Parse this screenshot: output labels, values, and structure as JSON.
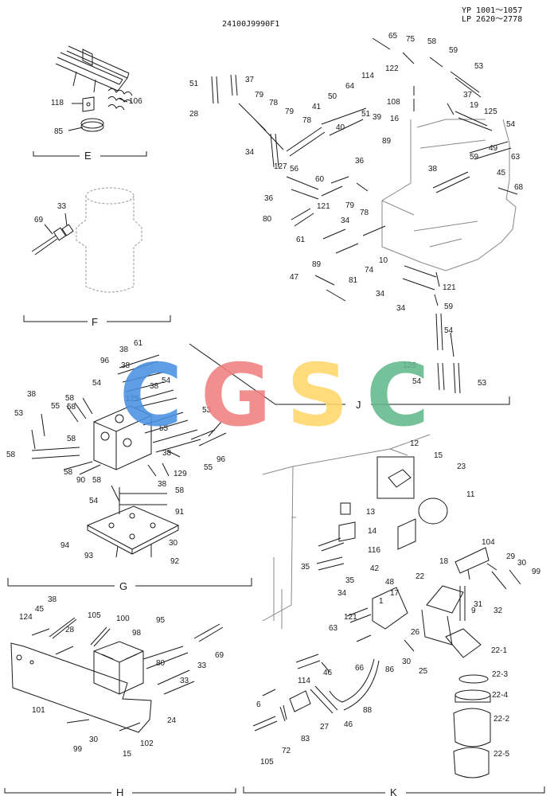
{
  "header": {
    "drawing_number": "24100J9990F1",
    "serial_range_1": "YP 1001～1057",
    "serial_range_2": "LP 2620～2778"
  },
  "watermark": {
    "letters": [
      "C",
      "G",
      "S",
      "C"
    ],
    "colors": [
      "#4a90e2",
      "#f08080",
      "#ffd76a",
      "#63b98b"
    ]
  },
  "colors": {
    "ink": "#1a1a1a"
  },
  "sections": {
    "E": {
      "title": "E",
      "labels": {
        "c1": "118",
        "c2": "106",
        "c3": "85"
      }
    },
    "F": {
      "title": "F",
      "labels": {
        "c1": "69",
        "c2": "33"
      }
    },
    "G": {
      "title": "G",
      "labels": {
        "c1": "61",
        "c2": "38",
        "c3": "96",
        "c4": "38",
        "c5": "54",
        "c6": "58",
        "c7": "125",
        "c8": "54",
        "c9": "38",
        "c10": "53",
        "c11": "55",
        "c12": "58",
        "c13": "58",
        "c14": "38",
        "c15": "55",
        "c16": "58",
        "c17": "38",
        "c18": "53",
        "c19": "58",
        "c20": "90",
        "c21": "58",
        "c22": "38",
        "c23": "129",
        "c24": "96",
        "c25": "55",
        "c26": "58",
        "c27": "54",
        "c28": "91",
        "c29": "94",
        "c30": "30",
        "c31": "93",
        "c32": "92"
      }
    },
    "H": {
      "title": "H",
      "labels": {
        "c1": "124",
        "c2": "38",
        "c3": "45",
        "c4": "105",
        "c5": "100",
        "c6": "28",
        "c7": "95",
        "c8": "98",
        "c9": "69",
        "c10": "33",
        "c11": "80",
        "c12": "33",
        "c13": "101",
        "c14": "24",
        "c15": "99",
        "c16": "30",
        "c17": "15",
        "c18": "102"
      }
    },
    "J": {
      "title": "J",
      "labels": {
        "c1": "65",
        "c2": "75",
        "c3": "58",
        "c4": "59",
        "c5": "122",
        "c6": "53",
        "c7": "51",
        "c8": "37",
        "c9": "114",
        "c10": "79",
        "c11": "108",
        "c12": "37",
        "c13": "78",
        "c14": "64",
        "c15": "19",
        "c16": "125",
        "c17": "28",
        "c18": "50",
        "c19": "79",
        "c20": "41",
        "c21": "51",
        "c22": "39",
        "c23": "16",
        "c24": "78",
        "c25": "40",
        "c26": "54",
        "c27": "89",
        "c28": "34",
        "c29": "49",
        "c30": "63",
        "c31": "127",
        "c32": "36",
        "c33": "59",
        "c34": "38",
        "c35": "56",
        "c36": "45",
        "c37": "60",
        "c38": "68",
        "c39": "36",
        "c40": "79",
        "c41": "78",
        "c42": "80",
        "c43": "121",
        "c44": "61",
        "c45": "34",
        "c46": "10",
        "c47": "89",
        "c48": "74",
        "c49": "81",
        "c50": "47",
        "c51": "34",
        "c52": "121",
        "c53": "34",
        "c54": "59",
        "c55": "54",
        "c56": "125",
        "c57": "54",
        "c58": "53"
      }
    },
    "K": {
      "title": "K",
      "labels": {
        "c1": "12",
        "c2": "15",
        "c3": "23",
        "c4": "11",
        "c5": "13",
        "c6": "14",
        "c7": "116",
        "c8": "35",
        "c9": "42",
        "c10": "104",
        "c11": "18",
        "c12": "29",
        "c13": "30",
        "c14": "99",
        "c15": "35",
        "c16": "22",
        "c17": "48",
        "c18": "17",
        "c19": "31",
        "c20": "34",
        "c21": "1",
        "c22": "121",
        "c23": "9",
        "c24": "32",
        "c25": "63",
        "c26": "26",
        "c27": "66",
        "c28": "30",
        "c29": "25",
        "c30": "86",
        "c31": "22-1",
        "c32": "22-3",
        "c33": "114",
        "c34": "46",
        "c35": "22-4",
        "c36": "6",
        "c37": "88",
        "c38": "27",
        "c39": "46",
        "c40": "22-2",
        "c41": "83",
        "c42": "72",
        "c43": "105",
        "c44": "22-5"
      }
    }
  }
}
